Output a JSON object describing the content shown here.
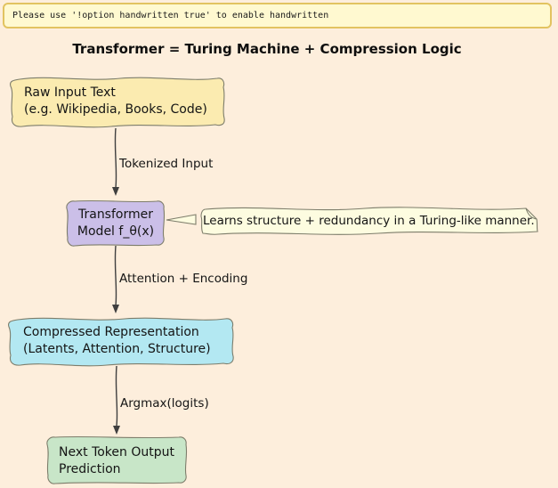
{
  "banner": {
    "text": "Please use '!option handwritten true' to enable handwritten"
  },
  "title": "Transformer = Turing Machine + Compression Logic",
  "colors": {
    "background": "#FDEEDC",
    "banner_bg": "#FFF9D0",
    "banner_border": "#E2C360",
    "node_border": "#7D7D6B",
    "arrow": "#3F3F3F"
  },
  "diagram": {
    "nodes": [
      {
        "id": "raw-input",
        "lines": [
          "Raw Input Text",
          "(e.g. Wikipedia, Books, Code)"
        ],
        "fill": "#FBEBB0"
      },
      {
        "id": "transformer",
        "lines": [
          "Transformer",
          "Model f_θ(x)"
        ],
        "fill": "#CBBFE8"
      },
      {
        "id": "compressed",
        "lines": [
          "Compressed Representation",
          "(Latents, Attention, Structure)"
        ],
        "fill": "#B3E8F2"
      },
      {
        "id": "output",
        "lines": [
          "Next Token Output",
          "Prediction"
        ],
        "fill": "#C8E6C8"
      }
    ],
    "note": {
      "text": "Learns structure + redundancy in a Turing-like manner.",
      "fill": "#FDFCE0"
    },
    "edges": [
      {
        "label": "Tokenized Input"
      },
      {
        "label": "Attention + Encoding"
      },
      {
        "label": "Argmax(logits)"
      }
    ]
  }
}
